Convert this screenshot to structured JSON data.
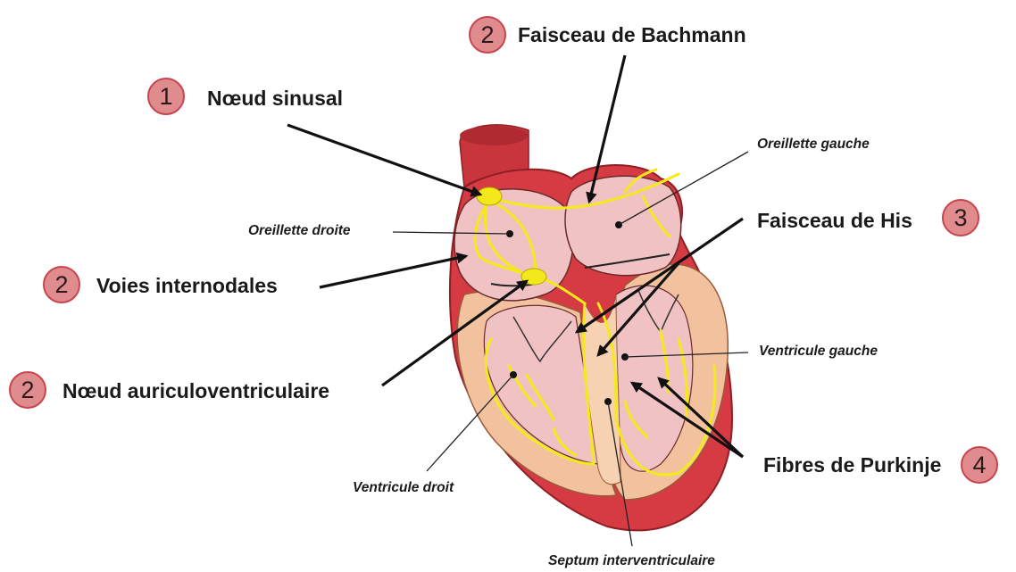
{
  "labels": {
    "noeud_sinusal": {
      "number": "1",
      "text": "Nœud sinusal"
    },
    "faisceau_bachmann": {
      "number": "2",
      "text": "Faisceau de Bachmann"
    },
    "voies_internodales": {
      "number": "2",
      "text": "Voies internodales"
    },
    "noeud_av": {
      "number": "2",
      "text": "Nœud auriculoventriculaire"
    },
    "faisceau_his": {
      "number": "3",
      "text": "Faisceau de His"
    },
    "fibres_purkinje": {
      "number": "4",
      "text": "Fibres de Purkinje"
    }
  },
  "anatomy": {
    "oreillette_gauche": "Oreillette gauche",
    "oreillette_droite": "Oreillette droite",
    "ventricule_gauche": "Ventricule gauche",
    "ventricule_droit": "Ventricule droit",
    "septum": "Septum interventriculaire"
  },
  "colors": {
    "badge_fill": "#e08c8f",
    "badge_border": "#c8454d",
    "conduction": "#f4ea1a",
    "myocardium": "#d3383f",
    "chamber": "#f1c2c4"
  }
}
